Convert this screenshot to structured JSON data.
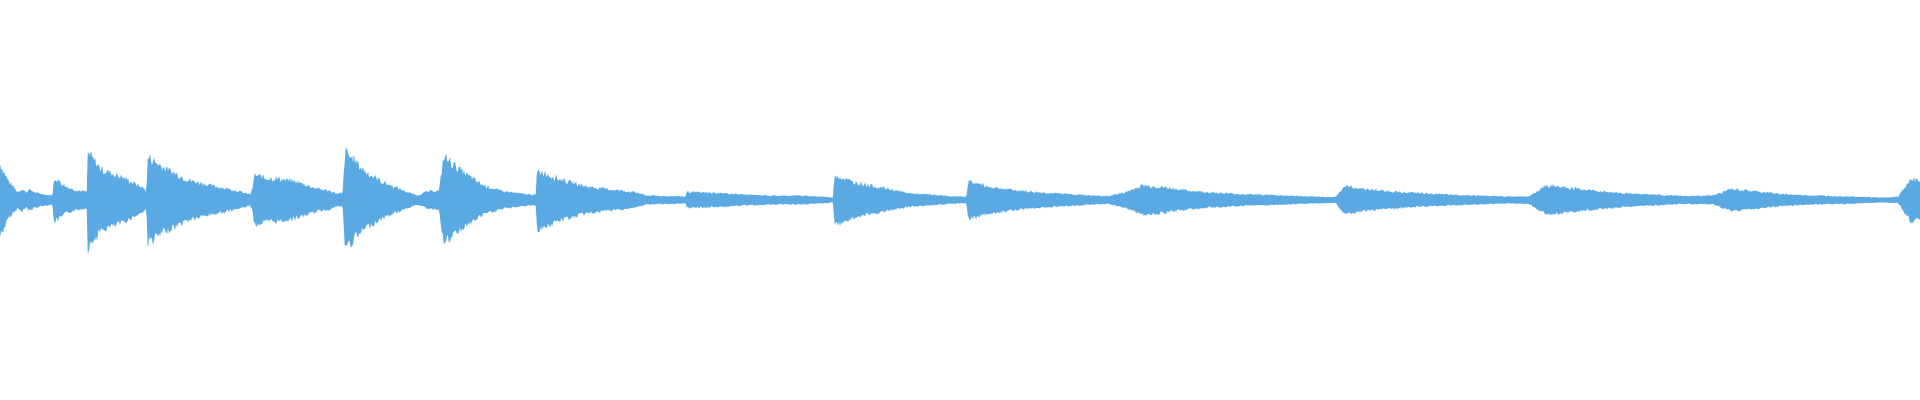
{
  "waveform": {
    "color": "#5aa9e2",
    "background": "#ffffff",
    "description_icon": "audio-waveform",
    "envelope": [
      [
        0.0,
        0.1
      ],
      [
        0.02,
        0.05
      ],
      [
        0.04,
        0.022
      ],
      [
        0.05,
        0.03
      ],
      [
        0.06,
        0.02
      ],
      [
        0.065,
        0.028
      ],
      [
        0.07,
        0.027
      ],
      [
        0.08,
        0.02
      ],
      [
        0.1,
        0.015
      ],
      [
        0.12,
        0.012
      ],
      [
        0.124,
        0.062
      ],
      [
        0.15,
        0.037
      ],
      [
        0.17,
        0.028
      ],
      [
        0.198,
        0.022
      ],
      [
        0.2,
        0.132
      ],
      [
        0.23,
        0.085
      ],
      [
        0.28,
        0.062
      ],
      [
        0.33,
        0.03
      ],
      [
        0.334,
        0.015
      ],
      [
        0.336,
        0.12
      ],
      [
        0.38,
        0.085
      ],
      [
        0.43,
        0.055
      ],
      [
        0.48,
        0.04
      ],
      [
        0.53,
        0.028
      ],
      [
        0.56,
        0.018
      ],
      [
        0.57,
        0.015
      ],
      [
        0.575,
        0.03
      ],
      [
        0.58,
        0.07
      ],
      [
        0.6,
        0.062
      ],
      [
        0.64,
        0.058
      ],
      [
        0.68,
        0.048
      ],
      [
        0.7,
        0.04
      ],
      [
        0.72,
        0.032
      ],
      [
        0.75,
        0.025
      ],
      [
        0.766,
        0.018
      ],
      [
        0.77,
        0.015
      ],
      [
        0.775,
        0.02
      ],
      [
        0.78,
        0.012
      ],
      [
        0.786,
        0.135
      ],
      [
        0.83,
        0.08
      ],
      [
        0.87,
        0.05
      ],
      [
        0.9,
        0.035
      ],
      [
        0.93,
        0.02
      ],
      [
        0.95,
        0.012
      ],
      [
        0.97,
        0.022
      ],
      [
        0.98,
        0.024
      ],
      [
        1.0,
        0.026
      ],
      [
        1.01,
        0.122
      ],
      [
        1.05,
        0.08
      ],
      [
        1.1,
        0.04
      ],
      [
        1.14,
        0.025
      ],
      [
        1.18,
        0.018
      ],
      [
        1.2,
        0.015
      ],
      [
        1.22,
        0.014
      ],
      [
        1.223,
        0.082
      ],
      [
        1.28,
        0.055
      ],
      [
        1.33,
        0.038
      ],
      [
        1.38,
        0.03
      ],
      [
        1.42,
        0.025
      ],
      [
        1.45,
        0.02
      ],
      [
        1.47,
        0.012
      ],
      [
        1.52,
        0.01
      ],
      [
        1.55,
        0.01
      ],
      [
        1.56,
        0.008
      ],
      [
        1.564,
        0.022
      ],
      [
        1.6,
        0.02
      ],
      [
        1.65,
        0.018
      ],
      [
        1.7,
        0.014
      ],
      [
        1.75,
        0.012
      ],
      [
        1.78,
        0.011
      ],
      [
        1.81,
        0.012
      ],
      [
        1.85,
        0.01
      ],
      [
        1.88,
        0.008
      ],
      [
        1.896,
        0.006
      ],
      [
        1.9,
        0.07
      ],
      [
        1.94,
        0.05
      ],
      [
        1.98,
        0.04
      ],
      [
        2.03,
        0.028
      ],
      [
        2.07,
        0.018
      ],
      [
        2.12,
        0.014
      ],
      [
        2.16,
        0.01
      ],
      [
        2.2,
        0.008
      ],
      [
        2.204,
        0.052
      ],
      [
        2.25,
        0.037
      ],
      [
        2.3,
        0.028
      ],
      [
        2.35,
        0.022
      ],
      [
        2.4,
        0.018
      ],
      [
        2.45,
        0.015
      ],
      [
        2.48,
        0.012
      ],
      [
        2.52,
        0.01
      ],
      [
        2.56,
        0.02
      ],
      [
        2.6,
        0.04
      ],
      [
        2.64,
        0.036
      ],
      [
        2.7,
        0.026
      ],
      [
        2.76,
        0.02
      ],
      [
        2.82,
        0.016
      ],
      [
        2.88,
        0.014
      ],
      [
        2.92,
        0.012
      ],
      [
        2.96,
        0.01
      ],
      [
        3.0,
        0.008
      ],
      [
        3.04,
        0.008
      ],
      [
        3.06,
        0.038
      ],
      [
        3.12,
        0.028
      ],
      [
        3.18,
        0.022
      ],
      [
        3.24,
        0.018
      ],
      [
        3.3,
        0.014
      ],
      [
        3.36,
        0.012
      ],
      [
        3.4,
        0.01
      ],
      [
        3.44,
        0.009
      ],
      [
        3.48,
        0.01
      ],
      [
        3.52,
        0.04
      ],
      [
        3.58,
        0.032
      ],
      [
        3.64,
        0.024
      ],
      [
        3.7,
        0.018
      ],
      [
        3.76,
        0.015
      ],
      [
        3.8,
        0.012
      ],
      [
        3.84,
        0.01
      ],
      [
        3.9,
        0.012
      ],
      [
        3.94,
        0.03
      ],
      [
        3.99,
        0.024
      ],
      [
        4.04,
        0.018
      ],
      [
        4.08,
        0.014
      ],
      [
        4.12,
        0.012
      ],
      [
        4.16,
        0.011
      ],
      [
        4.2,
        0.01
      ],
      [
        4.24,
        0.008
      ],
      [
        4.28,
        0.006
      ],
      [
        4.32,
        0.008
      ],
      [
        4.35,
        0.06
      ],
      [
        4.37,
        0.05
      ]
    ]
  }
}
